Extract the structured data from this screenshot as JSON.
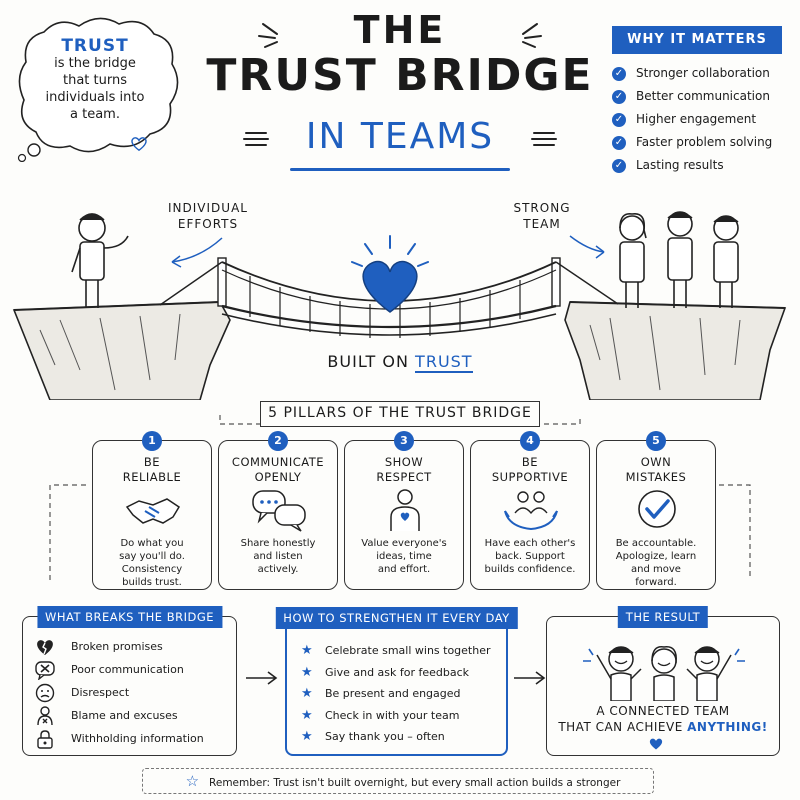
{
  "bubble": {
    "title": "TRUST",
    "line1": "is the bridge",
    "line2": "that turns",
    "line3": "individuals into",
    "line4": "a team."
  },
  "title": {
    "the": "THE",
    "main": "TRUST BRIDGE",
    "sub": "IN TEAMS"
  },
  "why": {
    "heading": "WHY IT MATTERS",
    "items": [
      "Stronger collaboration",
      "Better communication",
      "Higher engagement",
      "Faster problem solving",
      "Lasting results"
    ]
  },
  "scene": {
    "individual_l1": "INDIVIDUAL",
    "individual_l2": "EFFORTS",
    "team_l1": "STRONG",
    "team_l2": "TEAM",
    "built_on": "BUILT ON",
    "trust": "TRUST"
  },
  "pillars": {
    "title": "5 PILLARS OF THE TRUST BRIDGE",
    "items": [
      {
        "num": "1",
        "t1": "BE",
        "t2": "RELIABLE",
        "d1": "Do what you",
        "d2": "say you'll do.",
        "d3": "Consistency",
        "d4": "builds trust."
      },
      {
        "num": "2",
        "t1": "COMMUNICATE",
        "t2": "OPENLY",
        "d1": "Share honestly",
        "d2": "and listen",
        "d3": "actively.",
        "d4": ""
      },
      {
        "num": "3",
        "t1": "SHOW",
        "t2": "RESPECT",
        "d1": "Value everyone's",
        "d2": "ideas, time",
        "d3": "and effort.",
        "d4": ""
      },
      {
        "num": "4",
        "t1": "BE",
        "t2": "SUPPORTIVE",
        "d1": "Have each other's",
        "d2": "back. Support",
        "d3": "builds confidence.",
        "d4": ""
      },
      {
        "num": "5",
        "t1": "OWN",
        "t2": "MISTAKES",
        "d1": "Be accountable.",
        "d2": "Apologize, learn",
        "d3": "and move",
        "d4": "forward."
      }
    ]
  },
  "breaks": {
    "heading": "WHAT BREAKS THE BRIDGE",
    "items": [
      "Broken promises",
      "Poor communication",
      "Disrespect",
      "Blame and excuses",
      "Withholding information"
    ]
  },
  "strengthen": {
    "heading": "HOW TO STRENGTHEN IT EVERY DAY",
    "items": [
      "Celebrate small wins together",
      "Give and ask for feedback",
      "Be present and engaged",
      "Check in with your team",
      "Say thank you – often"
    ]
  },
  "result": {
    "heading": "THE RESULT",
    "line1": "A CONNECTED TEAM",
    "line2a": "THAT CAN ACHIEVE",
    "line2b": "ANYTHING!"
  },
  "remember": "Remember: Trust isn't built overnight, but every small action builds a stronger bridge.",
  "colors": {
    "accent": "#1f5fbf",
    "ink": "#1b1b1b"
  }
}
